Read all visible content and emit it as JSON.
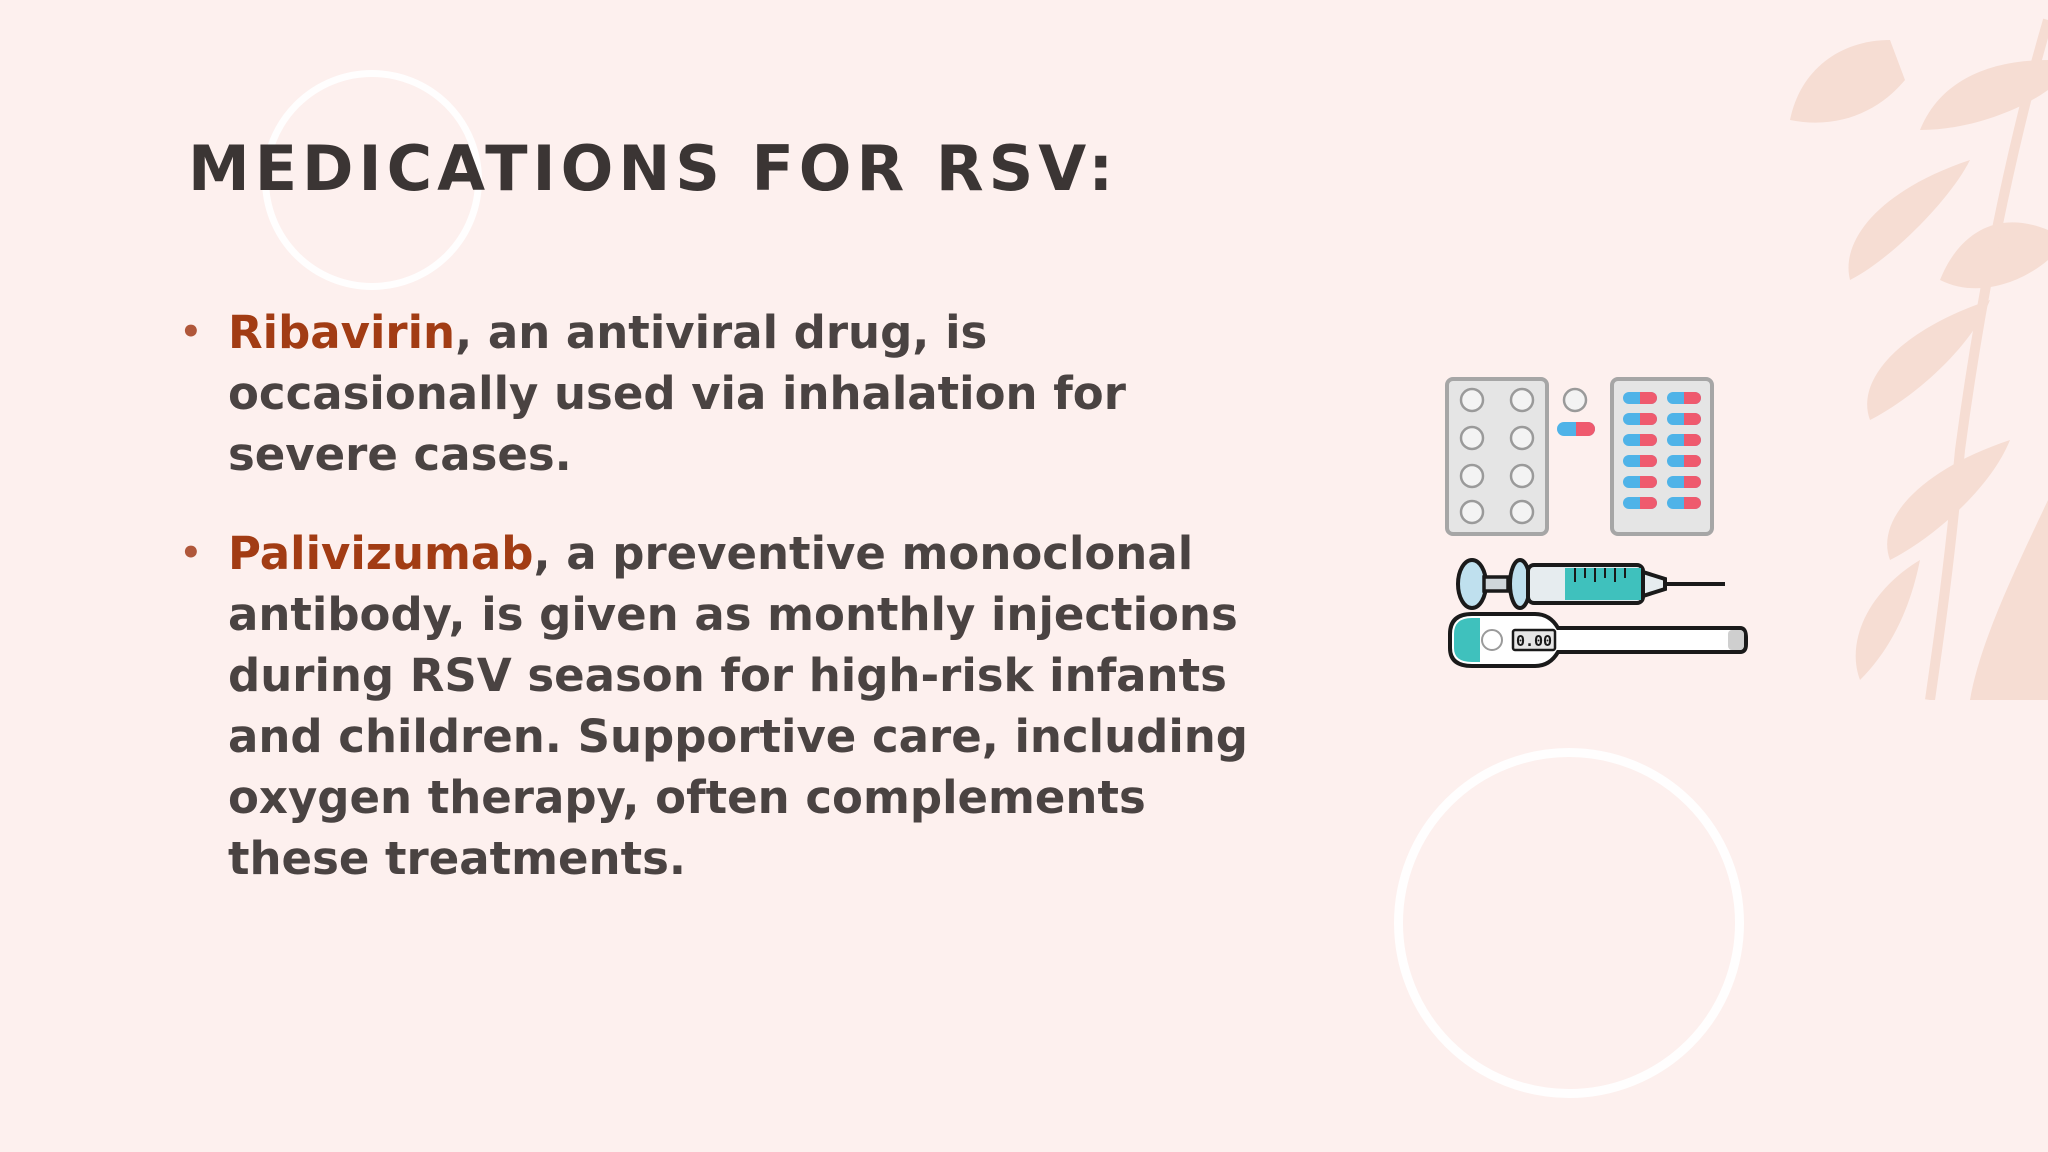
{
  "slide": {
    "title": "MEDICATIONS FOR RSV:",
    "bullets": [
      {
        "drug": "Ribavirin",
        "text": ", an antiviral drug, is occasionally used via inhalation for severe cases."
      },
      {
        "drug": "Palivizumab",
        "text": ", a preventive monoclonal antibody, is given as monthly injections during RSV season for high-risk infants and children. Supportive care, including oxygen therapy, often complements these treatments."
      }
    ],
    "illustration": {
      "thermometer_reading": "0.00",
      "icons": [
        "pill-blister-pack-icon",
        "capsule-blister-pack-icon",
        "syringe-icon",
        "digital-thermometer-icon"
      ]
    }
  },
  "colors": {
    "background": "#fdf0ee",
    "title": "#3b3534",
    "body_text": "#4a4342",
    "drug_highlight": "#a23c14",
    "leaf_decoration": "#f6ddd3",
    "syringe_fill": "#3fc1bd",
    "capsule_red": "#ef5a6e",
    "capsule_blue": "#4fb3e8"
  }
}
